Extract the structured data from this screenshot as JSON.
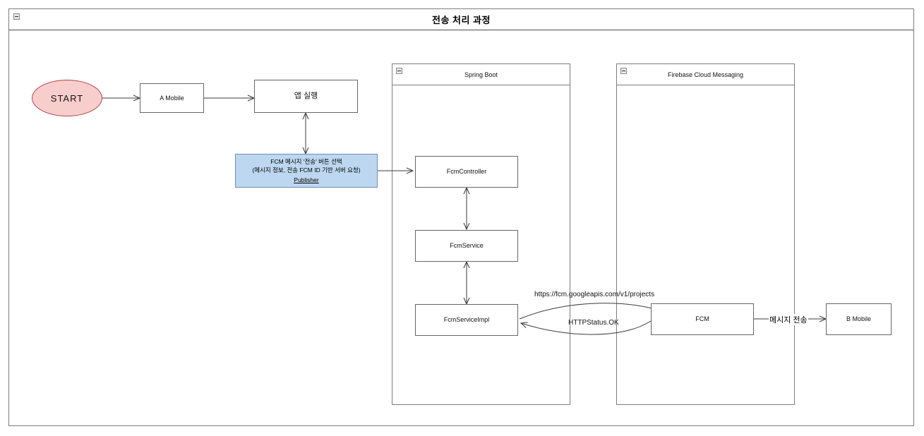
{
  "frame": {
    "title": "전송 처리 과정",
    "collapse_icon": "collapse-icon"
  },
  "nodes": {
    "start": {
      "label": "START",
      "shape": "ellipse",
      "fill": "#f8cecc",
      "stroke": "#b1484e"
    },
    "a_mobile": {
      "label": "A Mobile",
      "shape": "rect"
    },
    "app_run": {
      "label": "앱 실행",
      "shape": "rect"
    },
    "publisher": {
      "line1": "FCM 메시지 '전송' 버튼 선택",
      "line2": "(메시지 정보, 전송 FCM ID 기반 서버 요청)",
      "line3": "Publisher",
      "fill": "#bdd7f0",
      "stroke": "#6c8ebf"
    },
    "fcm_controller": {
      "label": "FcmController",
      "shape": "rect"
    },
    "fcm_service": {
      "label": "FcmService",
      "shape": "rect"
    },
    "fcm_service_impl": {
      "label": "FcmServiceImpl",
      "shape": "rect"
    },
    "fcm": {
      "label": "FCM",
      "shape": "rect"
    },
    "b_mobile": {
      "label": "B Mobile",
      "shape": "rect"
    }
  },
  "containers": {
    "spring_boot": {
      "title": "Spring Boot",
      "collapse_icon": "collapse-icon"
    },
    "firebase": {
      "title": "Firebase Cloud Messaging",
      "collapse_icon": "collapse-icon"
    }
  },
  "edge_labels": {
    "request_url": "https://fcm.googleapis.com/v1/projects",
    "response_status": "HTTPStatus.OK",
    "message_send": "메시지 전송"
  }
}
